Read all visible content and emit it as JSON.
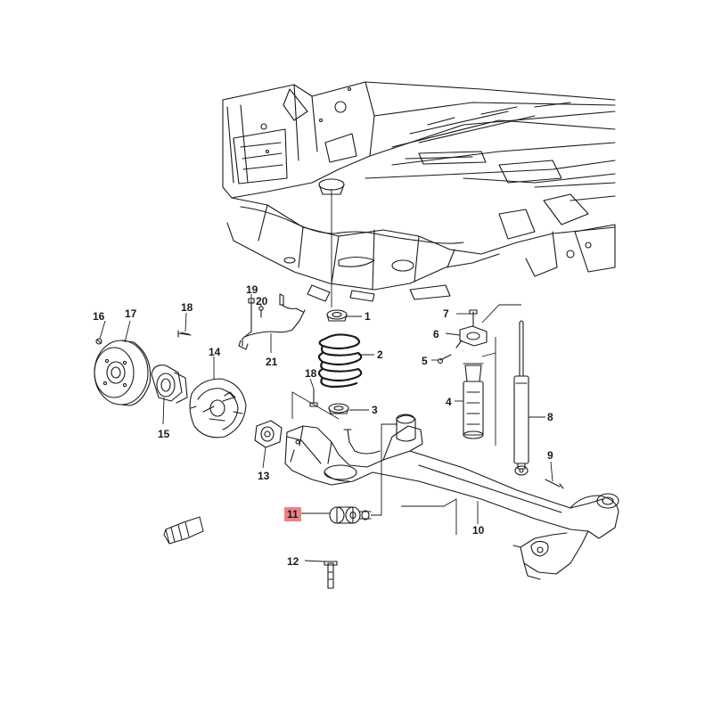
{
  "diagram": {
    "highlight_color": "#f0808a",
    "ink_color": "#1a1a1a",
    "callouts": [
      {
        "id": "1",
        "label": "1"
      },
      {
        "id": "2",
        "label": "2"
      },
      {
        "id": "3",
        "label": "3"
      },
      {
        "id": "4",
        "label": "4"
      },
      {
        "id": "5",
        "label": "5"
      },
      {
        "id": "6",
        "label": "6"
      },
      {
        "id": "7",
        "label": "7"
      },
      {
        "id": "8",
        "label": "8"
      },
      {
        "id": "9",
        "label": "9"
      },
      {
        "id": "10",
        "label": "10"
      },
      {
        "id": "11",
        "label": "11",
        "highlighted": true
      },
      {
        "id": "12",
        "label": "12"
      },
      {
        "id": "13",
        "label": "13"
      },
      {
        "id": "14",
        "label": "14"
      },
      {
        "id": "15",
        "label": "15"
      },
      {
        "id": "16",
        "label": "16"
      },
      {
        "id": "17",
        "label": "17"
      },
      {
        "id": "18a",
        "label": "18"
      },
      {
        "id": "18b",
        "label": "18"
      },
      {
        "id": "19",
        "label": "19"
      },
      {
        "id": "20",
        "label": "20"
      },
      {
        "id": "21",
        "label": "21"
      }
    ]
  }
}
